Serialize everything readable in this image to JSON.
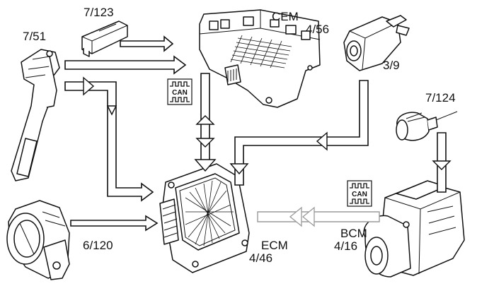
{
  "components": {
    "accelerator_pedal": {
      "code": "7/51"
    },
    "connector_sensor": {
      "code": "7/123"
    },
    "cem": {
      "name": "CEM",
      "code": "4/56"
    },
    "relay_sensor": {
      "code": "3/9"
    },
    "temp_sensor": {
      "code": "7/124"
    },
    "throttle_body": {
      "code": "6/120"
    },
    "ecm": {
      "name": "ECM",
      "code": "4/46"
    },
    "bcm": {
      "name": "BCM",
      "code": "4/16"
    }
  },
  "can_badges": {
    "text": "CAN"
  }
}
